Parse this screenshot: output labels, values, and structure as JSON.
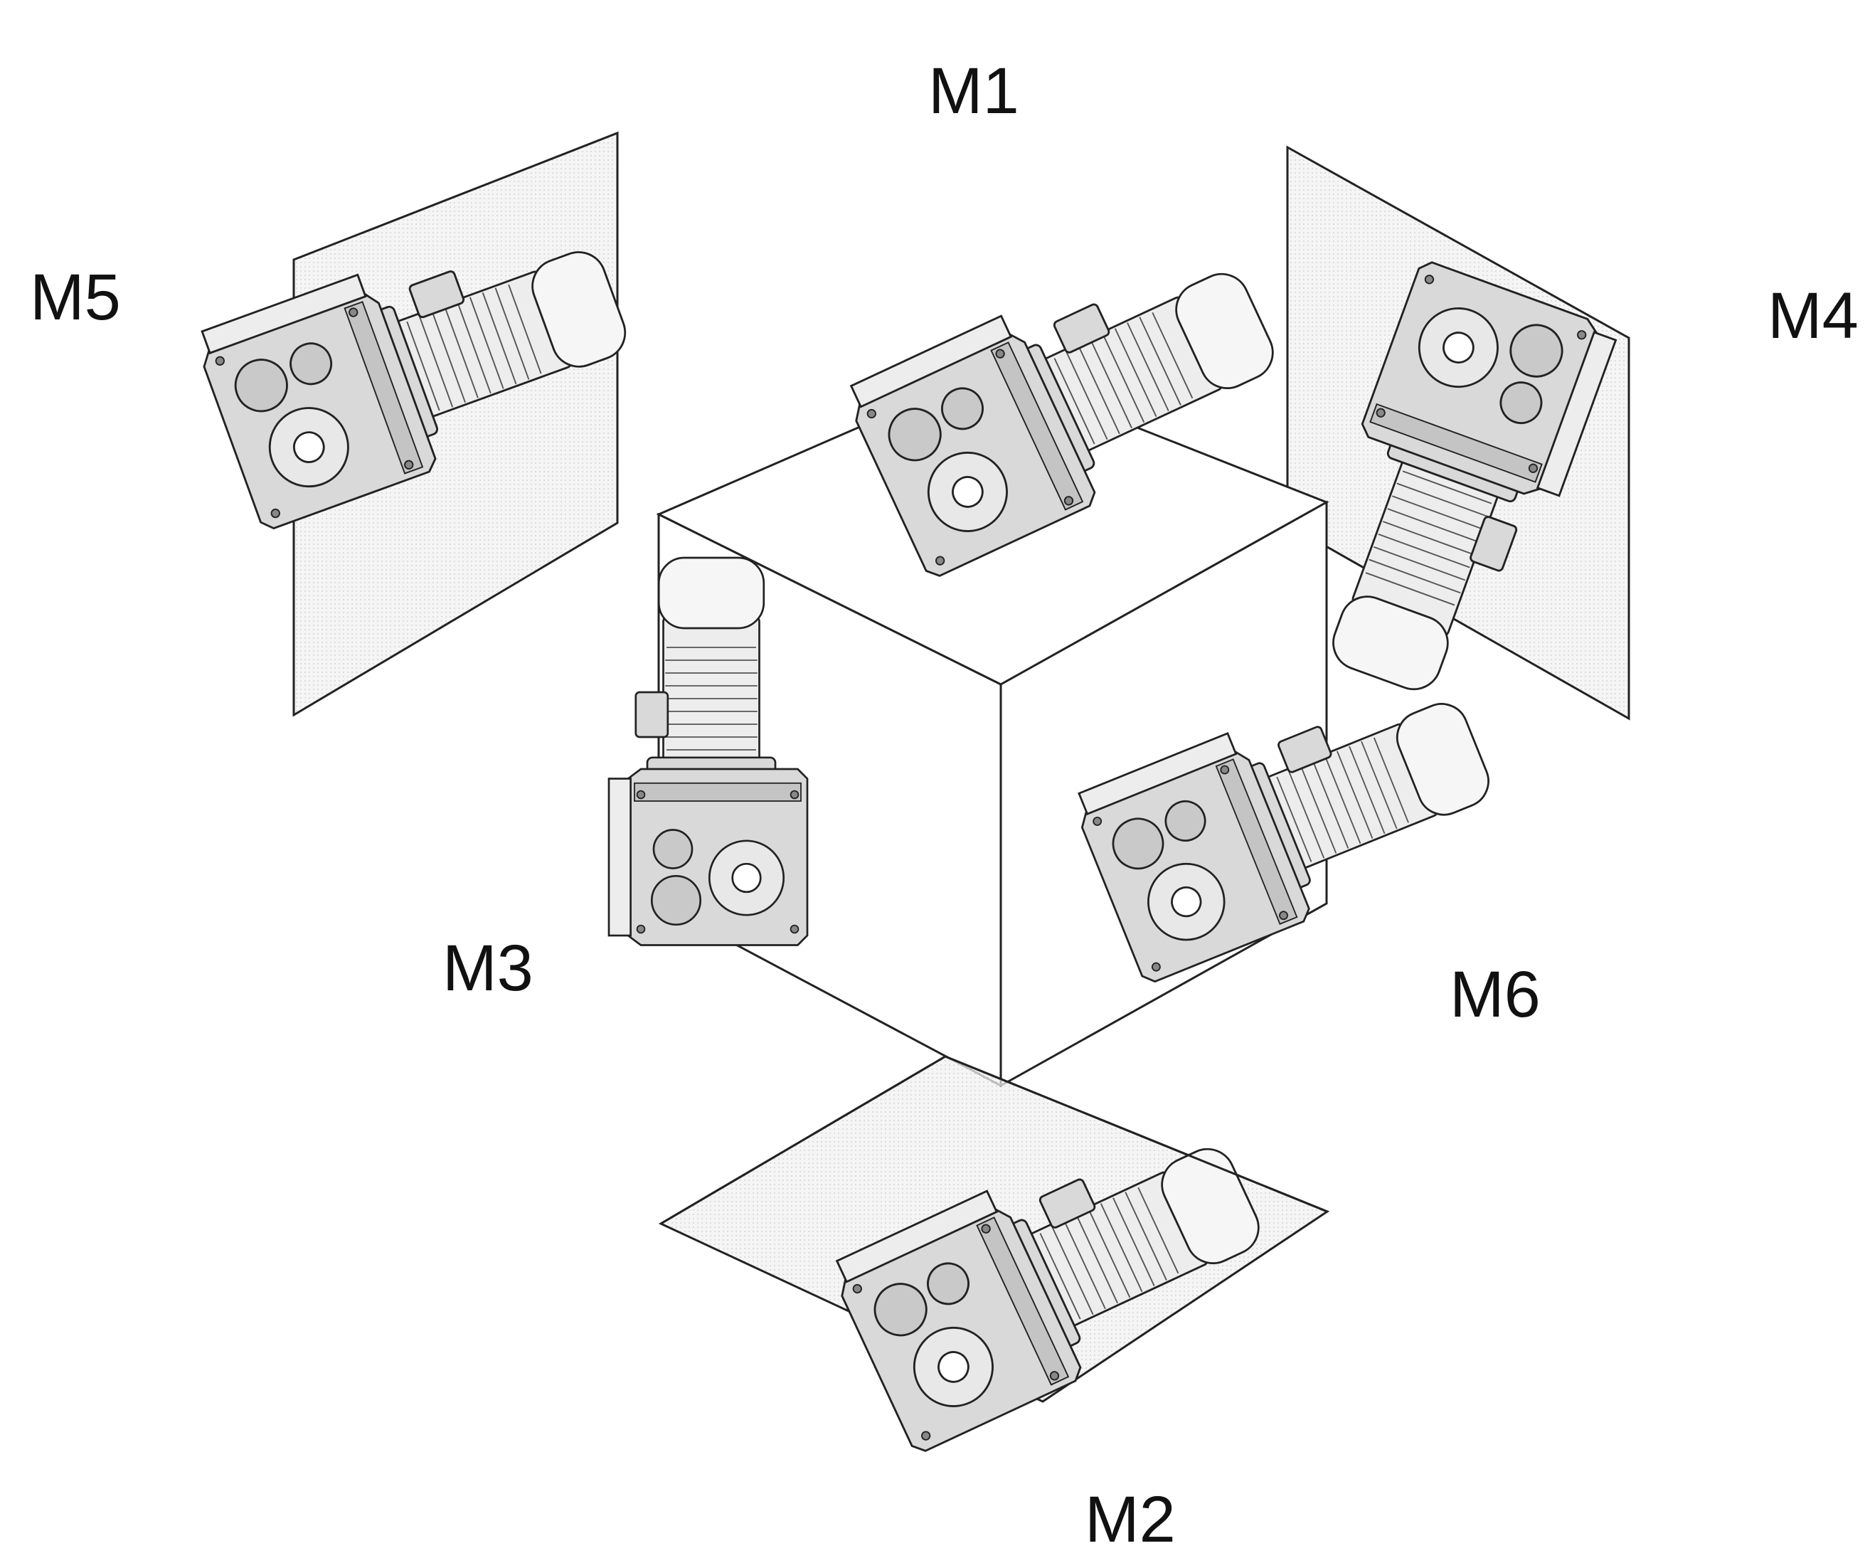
{
  "labels": {
    "m1": "M1",
    "m2": "M2",
    "m3": "M3",
    "m4": "M4",
    "m5": "M5",
    "m6": "M6"
  },
  "colors": {
    "line": "#222222",
    "plane_fill": "#ececec",
    "body": "#d9d9d9",
    "body_light": "#ededed",
    "body_dark": "#a8a8a8"
  },
  "icons": [
    "gear-motor-icon"
  ]
}
